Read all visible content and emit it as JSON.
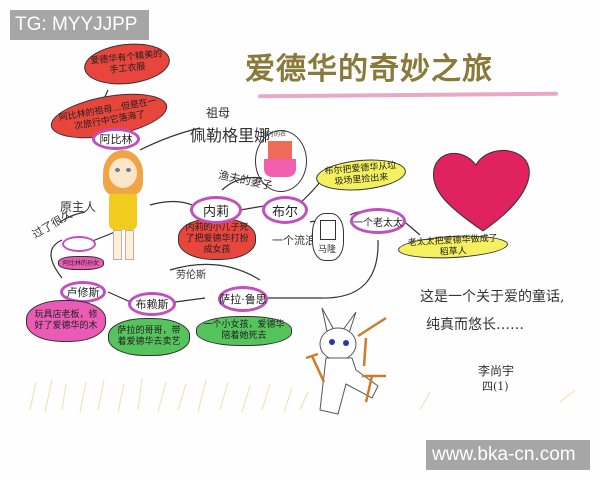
{
  "watermarks": {
    "top": "TG: MYYJJPP",
    "bottom": "www.bka-cn.com"
  },
  "title": "爱德华的奇妙之旅",
  "mind_map": {
    "protagonist": {
      "name": "阿比林",
      "role_label": "原主人",
      "grandmother_label": "祖母",
      "grandmother_name": "佩勒格里娜"
    },
    "red_notes": {
      "top": "爱德华有个精美的手工衣服",
      "second": "阿比林的祖母…但是在一次旅行中它落海了",
      "nellie": "内莉的小儿子死了把爱德华打扮成女孩"
    },
    "nodes": {
      "nellie": "内莉",
      "bull": "布尔",
      "old_lady": "一个老太太",
      "bryce": "布赖斯",
      "sarah": "萨拉·鲁思",
      "lucius": "卢修斯",
      "bull_dog": "马隆"
    },
    "labels": {
      "wife_of_fisherman": "渔夫的妻子",
      "fancy_clothes": "当时的衣",
      "vagrant": "一个流浪汉",
      "lawrence": "劳伦斯",
      "passed_away": "过了很久",
      "small_note": "阿比林的孙女"
    },
    "yellow_notes": {
      "bull": "布尔把爱德华从垃圾场里捡出来",
      "old_lady": "老太太把爱德华做成了稻草人"
    },
    "pink_notes": {
      "lucius": "玩具店老板，修好了爱德华的木"
    },
    "green_notes": {
      "bryce": "萨拉的哥哥，带着爱德华去卖艺",
      "sarah": "一个小女孩，爱德华陪着她死去"
    },
    "closing_note": {
      "line1": "这是一个关于爱的童话,",
      "line2": "纯真而悠长……"
    },
    "signature": {
      "name": "李尚宇",
      "class": "四(1)"
    },
    "colors": {
      "red_blob": "#e8453d",
      "yellow_blob": "#f4f060",
      "pink_blob": "#e95bb4",
      "green_blob": "#56c45c",
      "oval_border": "#c24fc0",
      "heart": "#e0225f",
      "title_text": "#8a7a3a"
    }
  }
}
